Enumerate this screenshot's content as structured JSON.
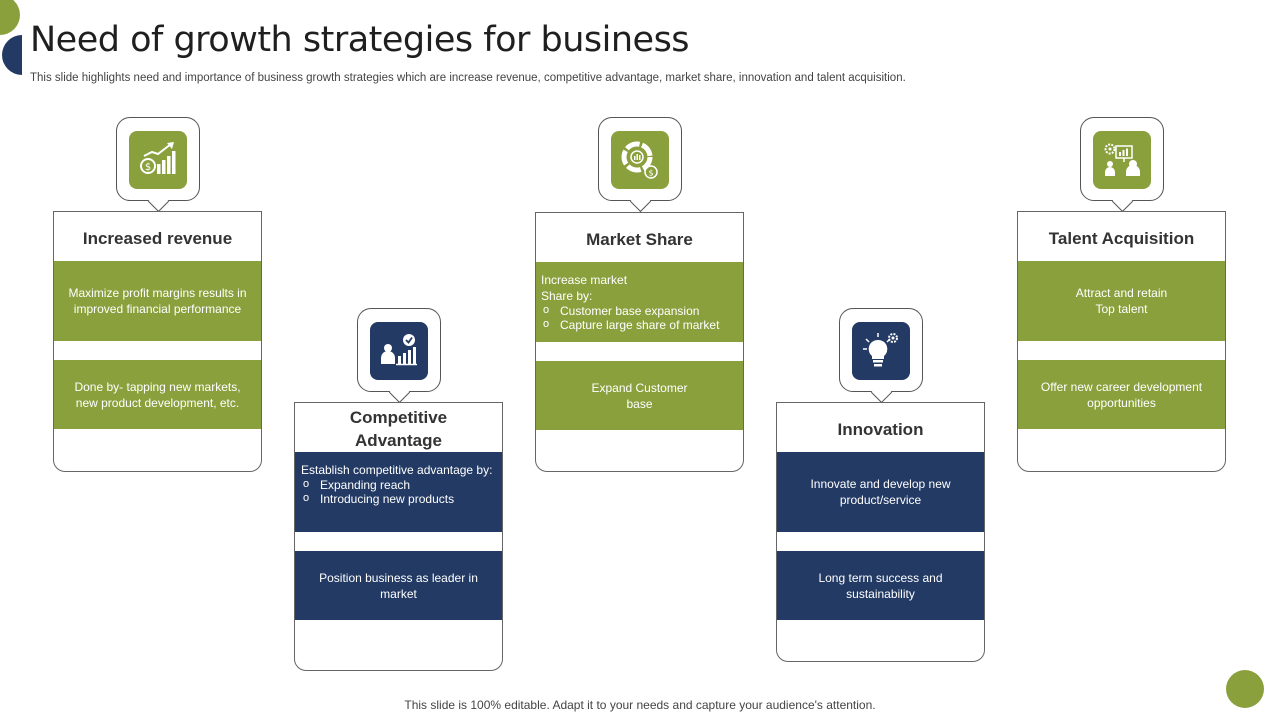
{
  "slide": {
    "title": "Need of growth strategies for business",
    "subtitle": "This slide highlights need and importance of business growth strategies which are increase revenue, competitive advantage, market share, innovation and talent acquisition.",
    "footer": "This slide is 100% editable. Adapt it to your needs and capture your audience's attention."
  },
  "colors": {
    "green": "#8aa03d",
    "navy": "#233a64"
  },
  "cards": {
    "increased_revenue": {
      "title": "Increased revenue",
      "icon": "revenue-growth-icon",
      "top_text": "Maximize profit margins results in improved financial performance",
      "bottom_text": "Done by- tapping new markets, new product development,  etc."
    },
    "competitive_advantage": {
      "title": "Competitive Advantage",
      "icon": "presenter-check-icon",
      "top_intro": "Establish competitive advantage  by:",
      "top_bullets": [
        "Expanding reach",
        "Introducing new products"
      ],
      "bottom_text": "Position business as leader in market"
    },
    "market_share": {
      "title": "Market Share",
      "icon": "market-share-icon",
      "top_intro": "Increase market Share by:",
      "top_bullets": [
        "Customer base expansion",
        "Capture large share of market"
      ],
      "bottom_text": "Expand Customer base"
    },
    "innovation": {
      "title": "Innovation",
      "icon": "lightbulb-gear-icon",
      "top_text": "Innovate and develop new product/service",
      "bottom_text": "Long term success and sustainability"
    },
    "talent_acquisition": {
      "title": "Talent Acquisition",
      "icon": "talent-presentation-icon",
      "top_text": "Attract and retain Top talent",
      "bottom_text": "Offer new career development  opportunities"
    }
  }
}
